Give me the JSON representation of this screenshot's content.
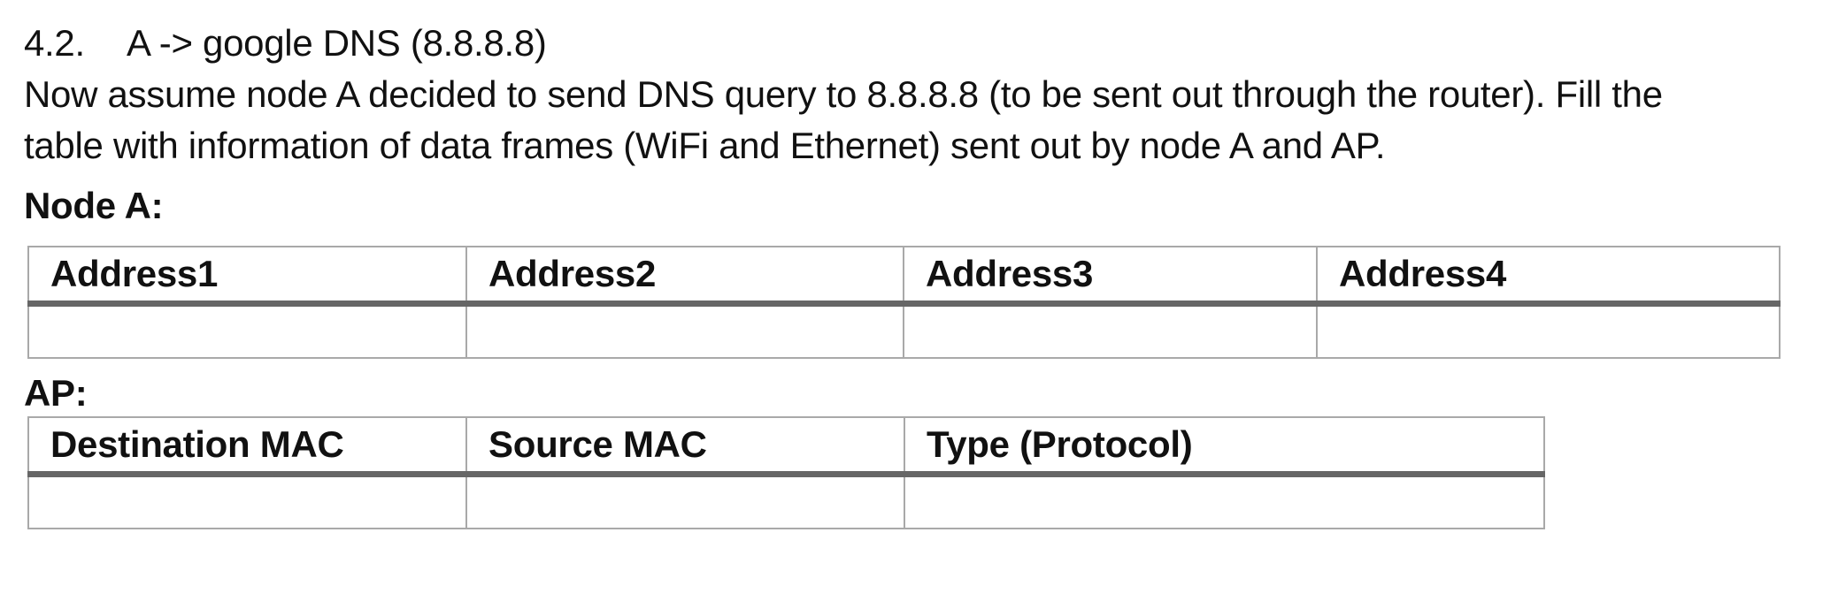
{
  "document": {
    "section_number": "4.2.",
    "section_title": "A -> google DNS (8.8.8.8)",
    "paragraph_lines": [
      "Now assume node A decided to send DNS query to 8.8.8.8 (to be sent out through the router). Fill the",
      "table with information of data frames (WiFi and Ethernet) sent out by node A and AP."
    ],
    "node_a_table": {
      "label": "Node A:",
      "headers": [
        "Address1",
        "Address2",
        "Address3",
        "Address4"
      ],
      "rows": [
        [
          "",
          "",
          "",
          ""
        ]
      ]
    },
    "ap_table": {
      "label": "AP:",
      "headers": [
        "Destination MAC",
        "Source MAC",
        "Type (Protocol)"
      ],
      "rows": [
        [
          "",
          "",
          ""
        ]
      ]
    },
    "colors": {
      "text": "#111111",
      "table_border_light": "#a9a9a9",
      "table_border_heavy": "#666666",
      "background": "#ffffff"
    }
  }
}
